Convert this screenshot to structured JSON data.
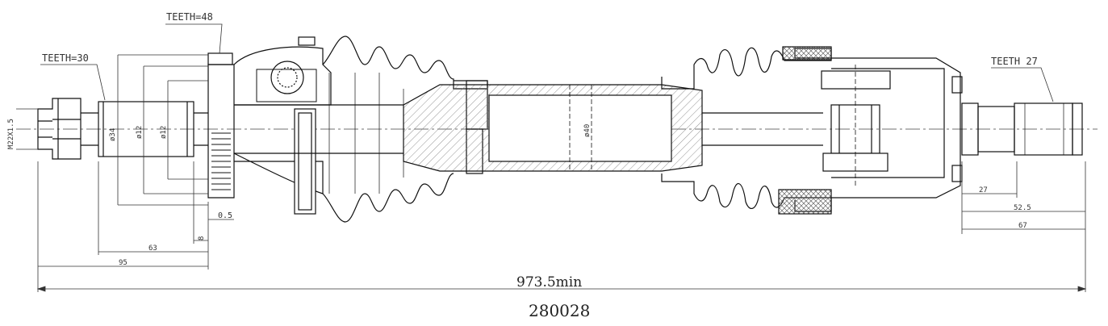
{
  "drawing": {
    "part_number": "280028",
    "overall_length": "973.5min",
    "labels": {
      "teeth_outer_spline": "TEETH=30",
      "teeth_abs_ring": "TEETH=48",
      "teeth_inner_spline": "TEETH 27",
      "thread": "M22X1.5",
      "dia_a": "ø34",
      "dia_b": "ø12",
      "dia_c": "ø12",
      "dia_tube": "ø40",
      "dim_0_5": "0.5",
      "dim_8": "8",
      "dim_63": "63",
      "dim_95": "95",
      "dim_27": "27",
      "dim_52_5": "52.5",
      "dim_67": "67"
    }
  }
}
